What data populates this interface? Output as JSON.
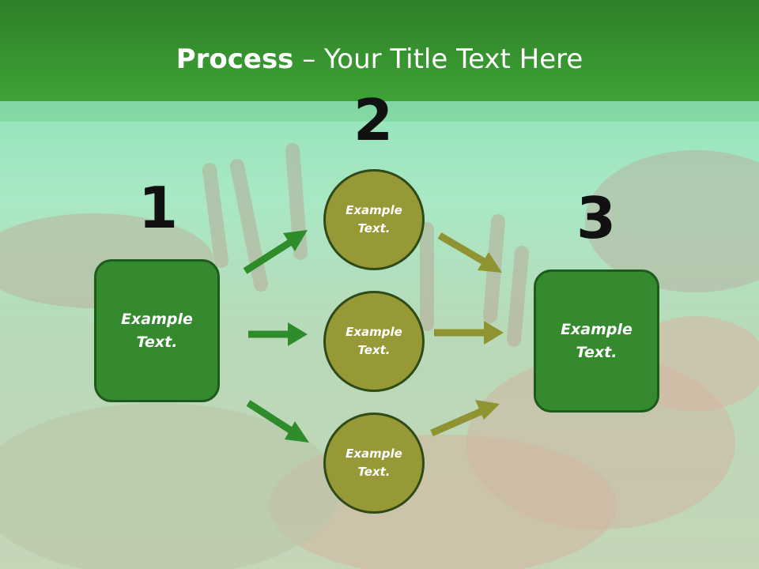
{
  "title": {
    "bold": "Process",
    "rest": " – Your Title Text Here"
  },
  "steps": {
    "one": "1",
    "two": "2",
    "three": "3"
  },
  "left_box": {
    "label": "Example\nText."
  },
  "circles": [
    {
      "label": "Example\nText."
    },
    {
      "label": "Example\nText."
    },
    {
      "label": "Example\nText."
    }
  ],
  "right_box": {
    "label": "Example\nText."
  },
  "colors": {
    "header_green": "#3a9a33",
    "box_green": "#35892f",
    "circle_olive": "#979936",
    "arrow_green": "#2e8c2a",
    "arrow_olive": "#8f9331"
  }
}
